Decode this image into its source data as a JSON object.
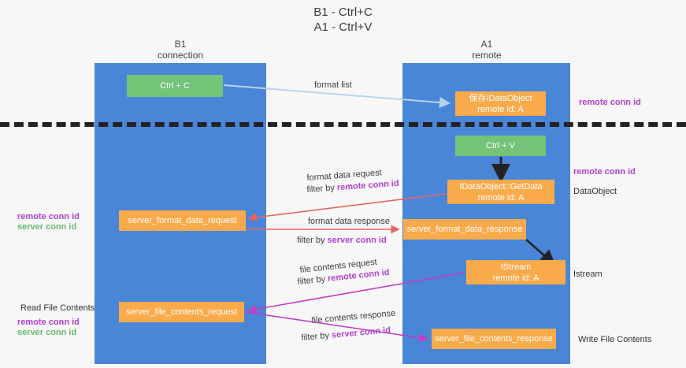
{
  "title": {
    "line1": "B1 - Ctrl+C",
    "line2": "A1 - Ctrl+V"
  },
  "columns": [
    {
      "name": "B1",
      "sub": "connection"
    },
    {
      "name": "A1",
      "sub": "remote"
    }
  ],
  "boxes": {
    "ctrl_c": {
      "label": "Ctrl + C",
      "color": "#73c378"
    },
    "idataobject": {
      "line1": "保存IDataObject",
      "line2": "remote id: A",
      "color": "#f9aa4b"
    },
    "ctrl_v": {
      "label": "Ctrl + V",
      "color": "#73c378"
    },
    "getdata": {
      "line1": "IDataObject::GetData",
      "line2": "remote id: A",
      "color": "#f9aa4b"
    },
    "server_format_data_request": {
      "label": "server_format_data_request",
      "color": "#f9aa4b"
    },
    "server_format_data_response": {
      "label": "server_format_data_response",
      "color": "#f9aa4b"
    },
    "istream": {
      "line1": "IStream",
      "line2": "remote id: A",
      "color": "#f9aa4b"
    },
    "server_file_contents_request": {
      "label": "server_file_contents_request",
      "color": "#f9aa4b"
    },
    "server_file_contents_response": {
      "label": "server_file_contents_response",
      "color": "#f9aa4b"
    }
  },
  "edge_labels": {
    "format_list": "format list",
    "format_data_request": "format data request",
    "format_data_request_filter_prefix": "filter by ",
    "format_data_request_filter_key": "remote conn id",
    "format_data_response": "format data response",
    "format_data_response_filter_prefix": "filter by ",
    "format_data_response_filter_key": "server conn id",
    "file_contents_request": "file contents request",
    "file_contents_request_filter_prefix": "filter by ",
    "file_contents_request_filter_key": "remote conn id",
    "file_contents_response": "file contents response",
    "file_contents_response_filter_prefix": "filter by ",
    "file_contents_response_filter_key": "server conn id"
  },
  "side_labels": {
    "right_remote_conn_id_top": "remote conn id",
    "right_remote_conn_id_mid": "remote conn id",
    "right_dataobject": "DataObject",
    "right_istream": "Istream",
    "right_write_file_contents": "Write File Contents",
    "left_remote_conn_id_mid": "remote conn id",
    "left_server_conn_id_mid": "server conn id",
    "left_read_file_contents": "Read File Contents",
    "left_remote_conn_id_bottom": "remote conn id",
    "left_server_conn_id_bottom": "server conn id"
  },
  "colors": {
    "lane": "#4a86d8",
    "green": "#73c378",
    "orange": "#f9aa4b",
    "purple": "#b23fd0",
    "green_text": "#6aba6e",
    "arrow_lightblue": "#b7d4ee",
    "arrow_red": "#e8645f",
    "arrow_magenta": "#c23fc2",
    "arrow_black": "#222222",
    "background": "#f7f7f7"
  }
}
